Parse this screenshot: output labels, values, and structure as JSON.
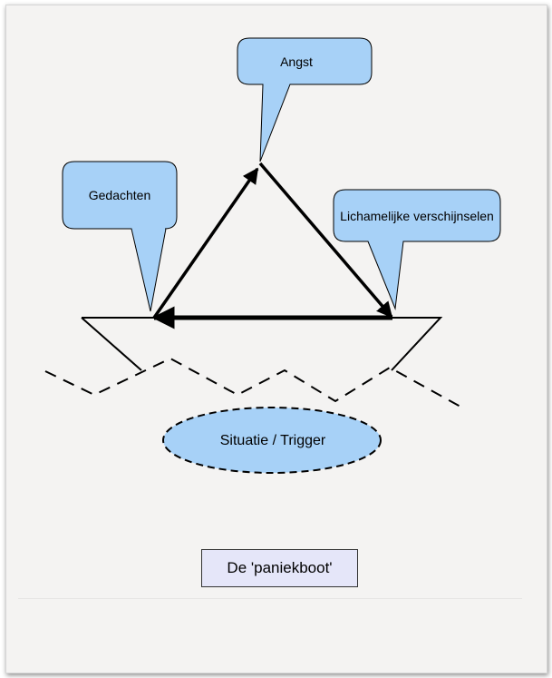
{
  "diagram": {
    "callouts": {
      "angst": "Angst",
      "gedachten": "Gedachten",
      "lichamelijk": "Lichamelijke verschijnselen"
    },
    "trigger": "Situatie / Trigger",
    "caption": "De 'paniekboot'",
    "colors": {
      "callout_fill": "#a7d1f7",
      "trigger_fill": "#a7d1f7",
      "caption_fill": "#e5e6f9",
      "page_bg": "#f4f3f2"
    }
  }
}
